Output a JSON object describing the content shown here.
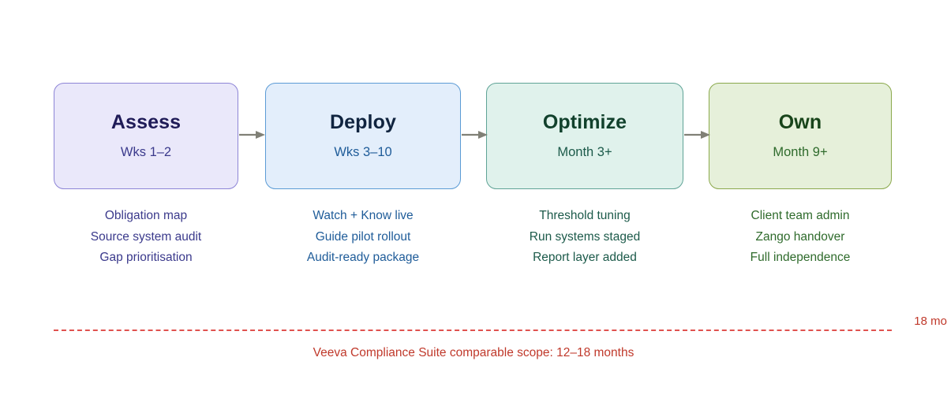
{
  "diagram": {
    "stages": [
      {
        "title": "Assess",
        "subtitle": "Wks 1–2",
        "fill": "#eae8fa",
        "border": "#8d84d6",
        "title_color": "#1f1b57",
        "subtitle_color": "#3b3a8c",
        "bullet_color": "#3b3a8c",
        "bullets": [
          "Obligation map",
          "Source system audit",
          "Gap prioritisation"
        ]
      },
      {
        "title": "Deploy",
        "subtitle": "Wks 3–10",
        "fill": "#e3eefb",
        "border": "#5b9bd5",
        "title_color": "#10243f",
        "subtitle_color": "#1f5c99",
        "bullet_color": "#1f5c99",
        "bullets": [
          "Watch + Know live",
          "Guide pilot rollout",
          "Audit-ready package"
        ]
      },
      {
        "title": "Optimize",
        "subtitle": "Month 3+",
        "fill": "#e0f2ec",
        "border": "#5fa396",
        "title_color": "#11412c",
        "subtitle_color": "#1c5a4a",
        "bullet_color": "#1c5a4a",
        "bullets": [
          "Threshold tuning",
          "Run systems staged",
          "Report layer added"
        ]
      },
      {
        "title": "Own",
        "subtitle": "Month 9+",
        "fill": "#e6f0da",
        "border": "#8aa84b",
        "title_color": "#18441a",
        "subtitle_color": "#2f6b2c",
        "bullet_color": "#2f6b2c",
        "bullets": [
          "Client team admin",
          "Zango handover",
          "Full independence"
        ]
      }
    ],
    "arrow_color": "#808076",
    "benchmark": {
      "endpoint_label": "18 mo",
      "caption": "Veeva Compliance Suite comparable scope: 12–18 months",
      "color": "#c0392b",
      "line_color": "#e0524f"
    }
  }
}
